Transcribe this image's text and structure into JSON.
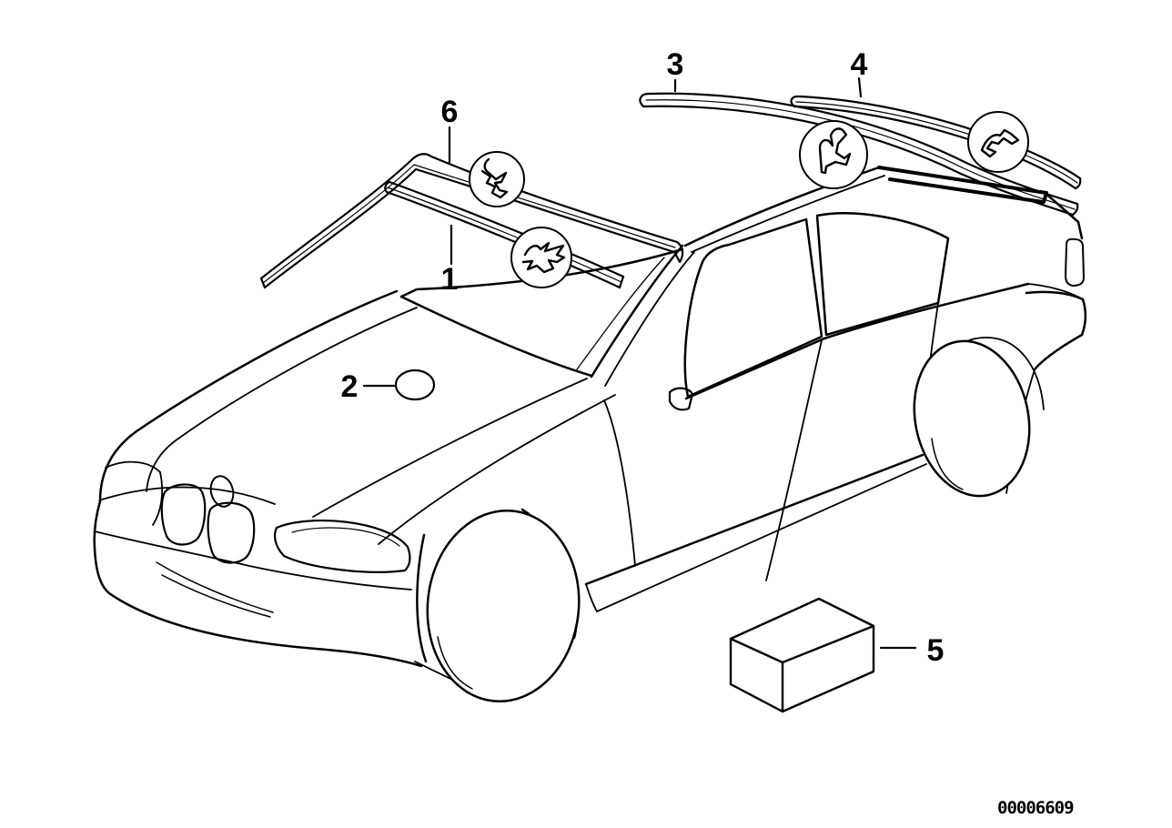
{
  "colors": {
    "background": "#ffffff",
    "line": "#000000"
  },
  "callouts": {
    "c1": {
      "label": "1"
    },
    "c2": {
      "label": "2"
    },
    "c3": {
      "label": "3"
    },
    "c4": {
      "label": "4"
    },
    "c5": {
      "label": "5"
    },
    "c6": {
      "label": "6"
    }
  },
  "icons": {
    "medallion_1": "windshield-upper-molding-profile-icon",
    "medallion_2": "windshield-lower-molding-profile-icon",
    "medallion_3": "roof-drip-molding-profile-icon",
    "medallion_4": "rear-window-molding-profile-icon"
  },
  "part_number": "00006609"
}
